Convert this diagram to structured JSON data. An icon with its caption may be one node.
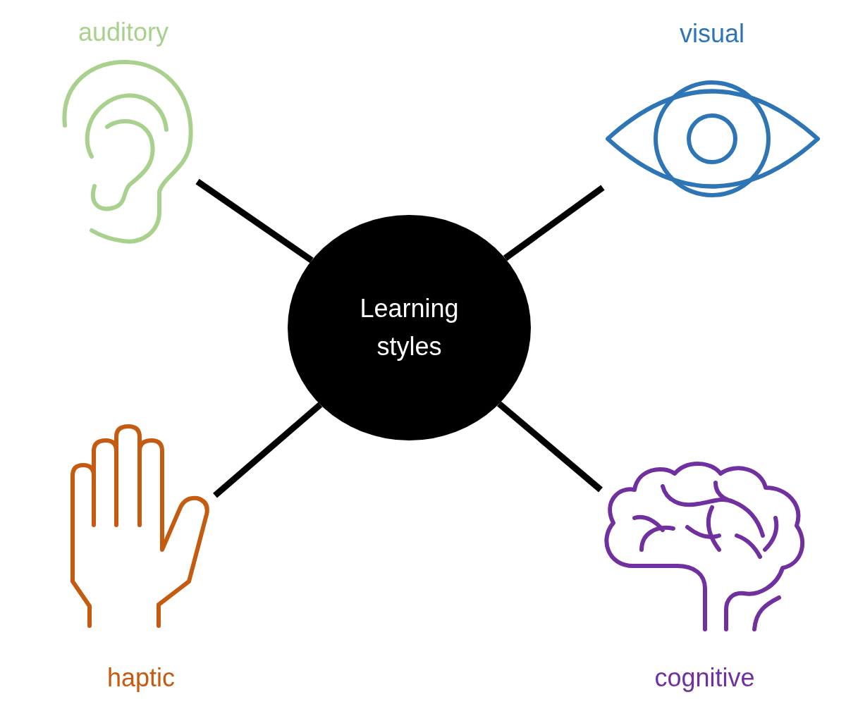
{
  "diagram": {
    "nodes": [
      {
        "text": [
          "Learning styles"
        ]
      },
      {
        "text": [
          "auditory"
        ]
      },
      {
        "text": [
          "visual"
        ]
      },
      {
        "text": [
          "haptic"
        ]
      },
      {
        "text": [
          "cognitive"
        ]
      }
    ],
    "edges": [
      {
        "from": 0,
        "to": 1,
        "arrow": "none"
      },
      {
        "from": 0,
        "to": 2,
        "arrow": "none"
      },
      {
        "from": 0,
        "to": 3,
        "arrow": "none"
      },
      {
        "from": 0,
        "to": 4,
        "arrow": "none"
      }
    ]
  }
}
